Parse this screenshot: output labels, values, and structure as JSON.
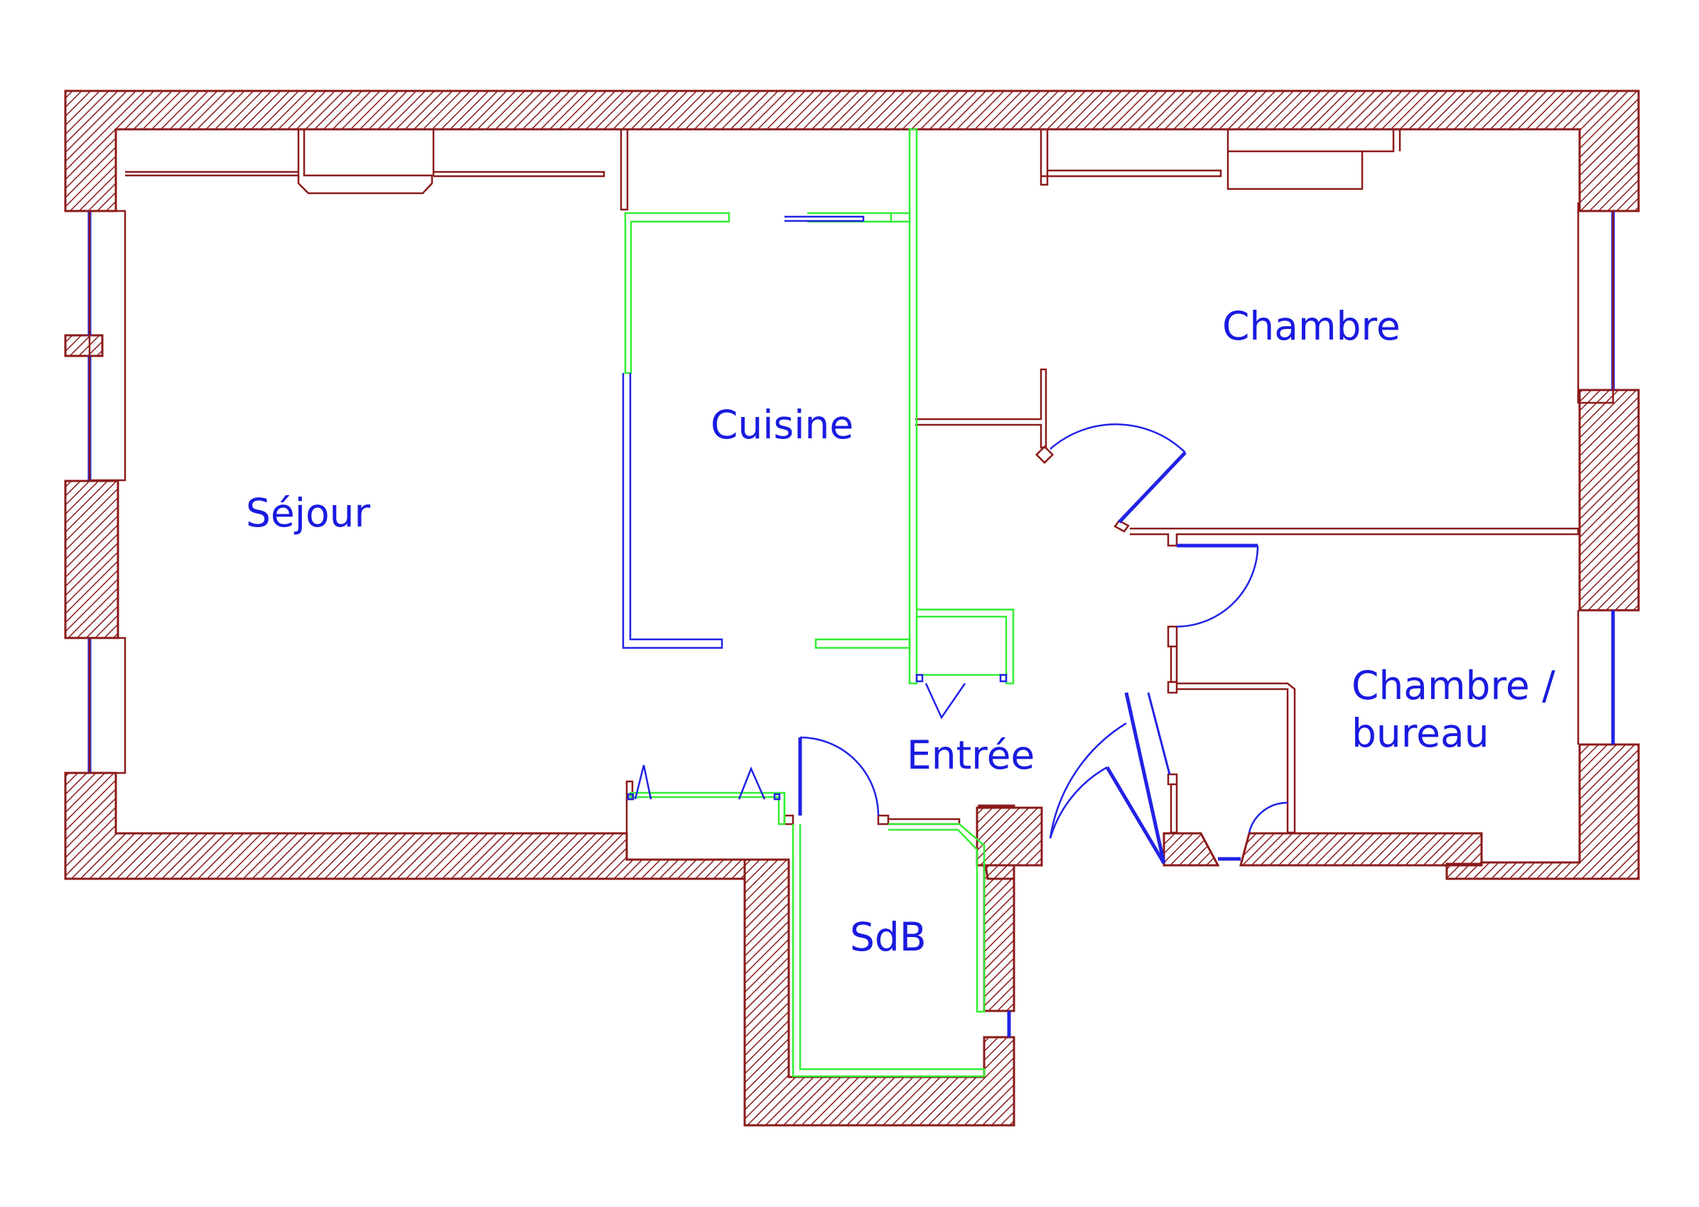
{
  "plan": {
    "rooms": {
      "sejour": "Séjour",
      "cuisine": "Cuisine",
      "chambre": "Chambre",
      "chambre_bureau_line1": "Chambre /",
      "chambre_bureau_line2": "bureau",
      "entree": "Entrée",
      "sdb": "SdB"
    },
    "colors": {
      "wall": "#8b1a1a",
      "glass": "#2222e6",
      "partition": "#33ee33",
      "label": "#1a1ae0"
    }
  }
}
